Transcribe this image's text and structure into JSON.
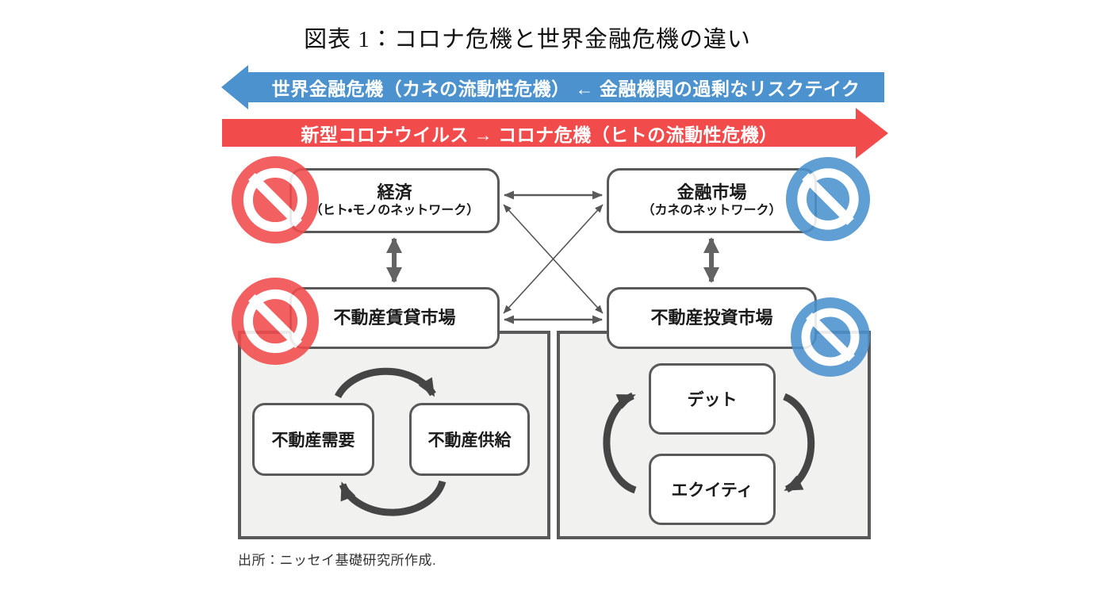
{
  "title": "図表 1：コロナ危機と世界金融危機の違い",
  "banners": {
    "financial_crisis": {
      "label": "世界金融危機（カネの流動性危機） ← 金融機関の過剰なリスクテイク",
      "direction": "left",
      "color": "#4B92CE"
    },
    "corona_crisis": {
      "label": "新型コロナウイルス → コロナ危機（ヒトの流動性危機）",
      "direction": "right",
      "color": "#F24B4C"
    }
  },
  "nodes": {
    "economy": {
      "title": "経済",
      "subtitle": "（ヒト・モノのネットワーク）",
      "ban": "red"
    },
    "financial_market": {
      "title": "金融市場",
      "subtitle": "（カネのネットワーク）",
      "ban": "blue"
    },
    "rental_market": {
      "title": "不動産賃貸市場",
      "ban": "red"
    },
    "investment_market": {
      "title": "不動産投資市場",
      "ban": "blue"
    }
  },
  "cycles": {
    "rental": {
      "left": "不動産需要",
      "right": "不動産供給"
    },
    "investment": {
      "top": "デット",
      "bottom": "エクイティ"
    }
  },
  "icons": {
    "red_sign": "prohibition-sign-red",
    "blue_sign": "prohibition-sign-blue"
  },
  "colors": {
    "banner_blue": "#4B92CE",
    "banner_red": "#F24B4C",
    "ban_blue": "#4B92CE",
    "ban_red": "#F24B4C"
  },
  "source": "出所：ニッセイ基礎研究所作成."
}
